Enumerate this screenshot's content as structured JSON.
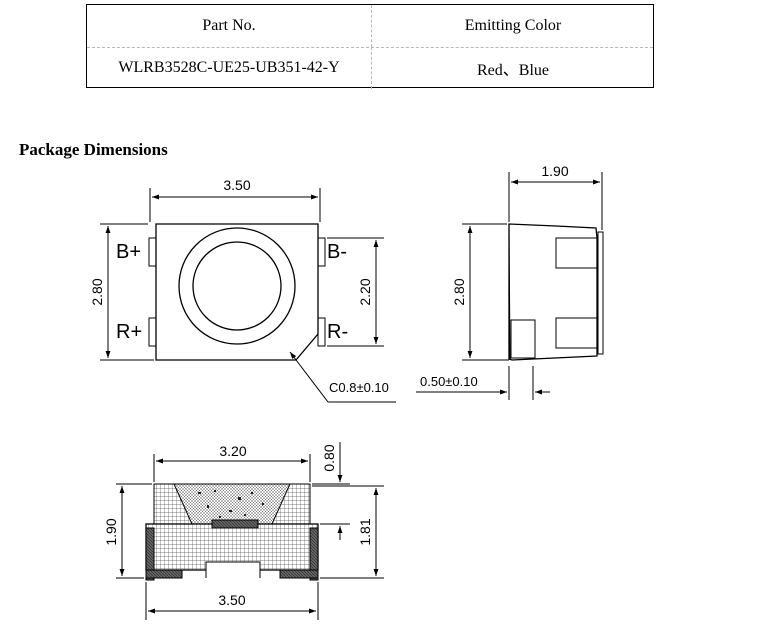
{
  "table": {
    "headers": [
      "Part No.",
      "Emitting Color"
    ],
    "rows": [
      [
        "WLRB3528C-UE25-UB351-42-Y",
        "Red、Blue"
      ]
    ]
  },
  "section_title": "Package Dimensions",
  "top_view": {
    "width_dim": "3.50",
    "height_dim": "2.80",
    "pad_span_dim": "2.20",
    "chamfer_dim": "C0.8±0.10",
    "pads": {
      "b_plus": "B+",
      "b_minus": "B-",
      "r_plus": "R+",
      "r_minus": "R-"
    }
  },
  "side_view": {
    "width_dim": "1.90",
    "height_dim": "2.80",
    "terminal_dim": "0.50±0.10"
  },
  "front_view": {
    "lens_width_dim": "3.20",
    "lens_height_dim": "0.80",
    "total_height_dim": "1.90",
    "body_height_dim": "1.81",
    "base_width_dim": "3.50"
  }
}
